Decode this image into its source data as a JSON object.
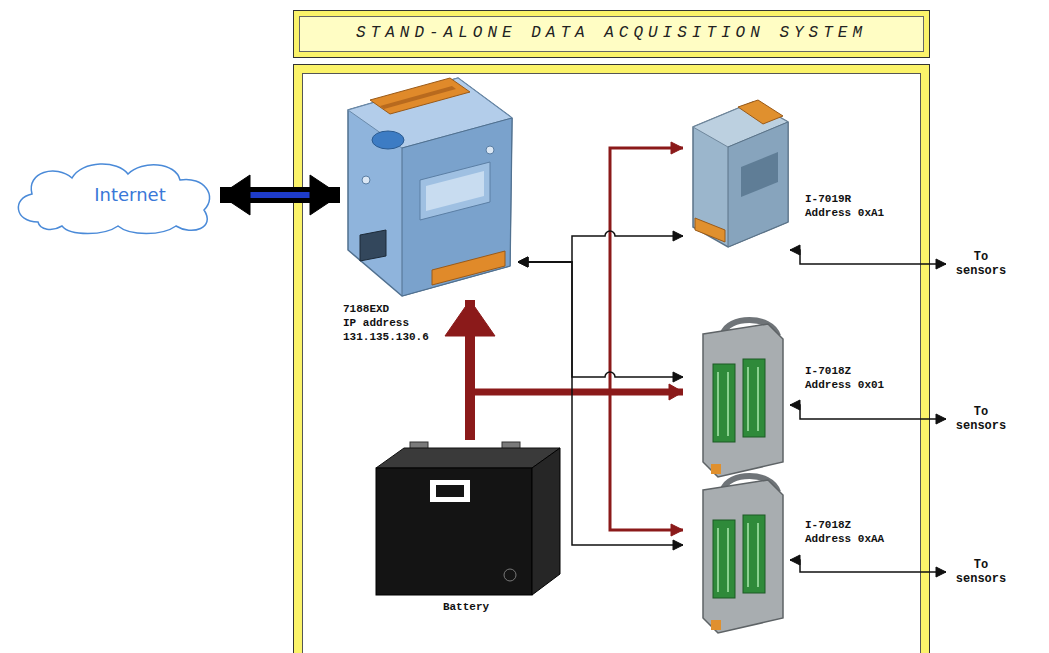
{
  "diagram": {
    "title": "STAND-ALONE DATA ACQUISITION SYSTEM",
    "nodes": [
      {
        "text": [
          "Internet"
        ]
      },
      {
        "text": [
          "7188EXD",
          "IP address 131.135.130.6"
        ]
      },
      {
        "text": [
          "I-7019R",
          "Address 0xA1"
        ]
      },
      {
        "text": [
          "I-7018Z",
          "Address 0x01"
        ]
      },
      {
        "text": [
          "I-7018Z",
          "Address 0xAA"
        ]
      },
      {
        "text": [
          "Battery"
        ]
      },
      {
        "text": [
          "To sensors"
        ]
      },
      {
        "text": [
          "To sensors"
        ]
      },
      {
        "text": [
          "To sensors"
        ]
      }
    ],
    "edges": [
      {
        "from": 0,
        "to": 1,
        "arrow": "both"
      },
      {
        "from": 5,
        "to": 1,
        "arrow": "to"
      },
      {
        "from": 5,
        "to": 2,
        "arrow": "to"
      },
      {
        "from": 5,
        "to": 3,
        "arrow": "to"
      },
      {
        "from": 5,
        "to": 4,
        "arrow": "to"
      },
      {
        "from": 1,
        "to": 2,
        "arrow": "both"
      },
      {
        "from": 1,
        "to": 3,
        "arrow": "both"
      },
      {
        "from": 1,
        "to": 4,
        "arrow": "both"
      },
      {
        "from": 2,
        "to": 6,
        "arrow": "both"
      },
      {
        "from": 3,
        "to": 7,
        "arrow": "both"
      },
      {
        "from": 4,
        "to": 8,
        "arrow": "both"
      }
    ]
  }
}
